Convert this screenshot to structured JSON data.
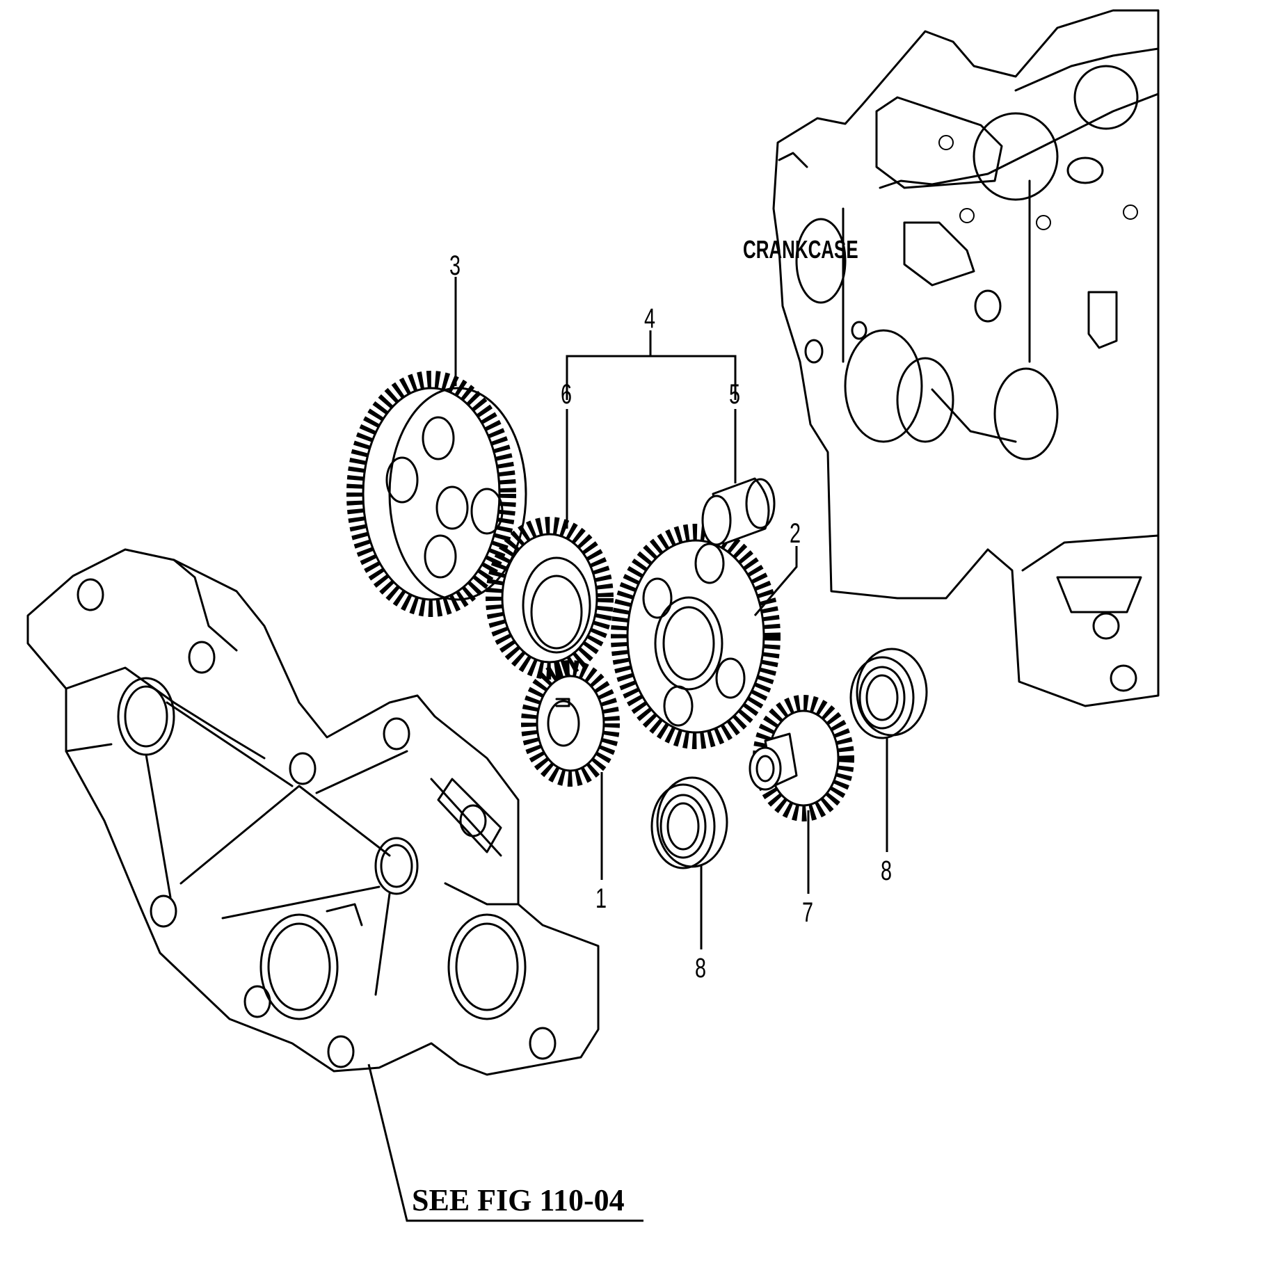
{
  "labels": {
    "crankcase": "CRANKCASE",
    "see_fig": "SEE FIG 110-04",
    "callouts": [
      "1",
      "2",
      "3",
      "4",
      "5",
      "6",
      "7",
      "8",
      "8"
    ]
  }
}
